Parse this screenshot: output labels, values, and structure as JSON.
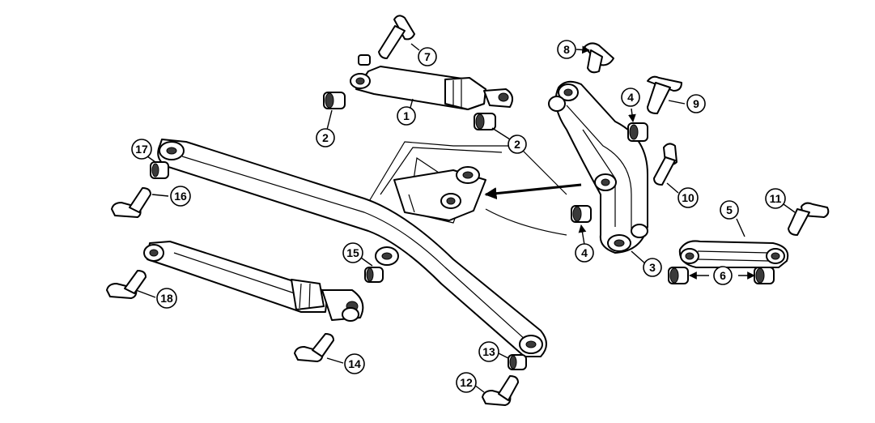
{
  "callouts": {
    "c1": "1",
    "c2a": "2",
    "c2b": "2",
    "c3": "3",
    "c4a": "4",
    "c4b": "4",
    "c5": "5",
    "c6": "6",
    "c7": "7",
    "c8": "8",
    "c9": "9",
    "c10": "10",
    "c11": "11",
    "c12": "12",
    "c13": "13",
    "c14": "14",
    "c15": "15",
    "c16": "16",
    "c17": "17",
    "c18": "18"
  },
  "icons": {
    "pin": "pivot-pin-icon",
    "bush": "bush-icon",
    "ram": "hydraulic-ram-icon",
    "arm": "lift-arm-icon",
    "bellcrank": "bellcrank-icon",
    "link": "tipping-link-icon"
  }
}
